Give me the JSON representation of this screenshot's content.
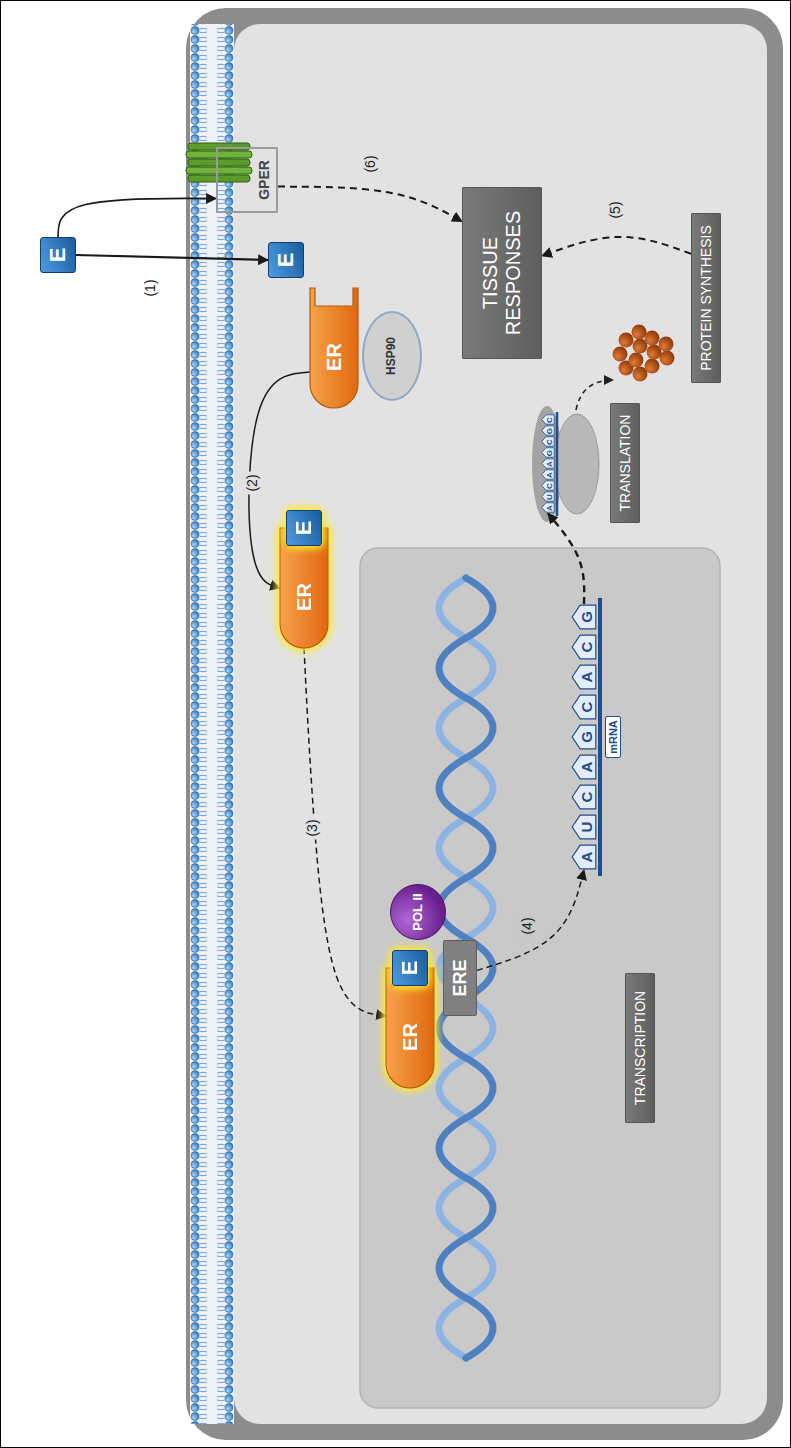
{
  "diagram": {
    "nodes": [
      {
        "text": [
          "E"
        ]
      },
      {
        "text": [
          "GPER"
        ]
      },
      {
        "text": [
          "E"
        ]
      },
      {
        "text": [
          "ER"
        ]
      },
      {
        "text": [
          "HSP90"
        ]
      },
      {
        "text": [
          "TISSUE RESPONSES"
        ]
      },
      {
        "text": [
          "ER"
        ]
      },
      {
        "text": [
          "E"
        ]
      },
      {
        "text": [
          "ER"
        ]
      },
      {
        "text": [
          "E"
        ]
      },
      {
        "text": [
          "POL II"
        ]
      },
      {
        "text": [
          "ERE"
        ]
      },
      {
        "text": [
          "TRANSCRIPTION"
        ]
      },
      {
        "text": [
          "A"
        ]
      },
      {
        "text": [
          "U"
        ]
      },
      {
        "text": [
          "C"
        ]
      },
      {
        "text": [
          "A"
        ]
      },
      {
        "text": [
          "G"
        ]
      },
      {
        "text": [
          "C"
        ]
      },
      {
        "text": [
          "A"
        ]
      },
      {
        "text": [
          "C"
        ]
      },
      {
        "text": [
          "G"
        ]
      },
      {
        "text": [
          "mRNA"
        ]
      },
      {
        "text": [
          "A"
        ]
      },
      {
        "text": [
          "U"
        ]
      },
      {
        "text": [
          "C"
        ]
      },
      {
        "text": [
          "A"
        ]
      },
      {
        "text": [
          "A"
        ]
      },
      {
        "text": [
          "G"
        ]
      },
      {
        "text": [
          "C"
        ]
      },
      {
        "text": [
          "G"
        ]
      },
      {
        "text": [
          "C"
        ]
      },
      {
        "text": [
          "TRANSLATION"
        ]
      },
      {
        "text": [
          "PROTEIN SYNTHESIS"
        ]
      }
    ],
    "edges": [
      {
        "from": 0,
        "to": 2,
        "arrow": "to",
        "label": "(1)"
      },
      {
        "from": 0,
        "to": 1,
        "arrow": "to"
      },
      {
        "from": 3,
        "to": 6,
        "arrow": "to",
        "label": "(2)"
      },
      {
        "from": 6,
        "to": 8,
        "arrow": "to",
        "label": "(3)"
      },
      {
        "from": 11,
        "to": 13,
        "arrow": "to",
        "label": "(4)"
      },
      {
        "from": 21,
        "to": 23,
        "arrow": "to"
      },
      {
        "from": 33,
        "to": 5,
        "arrow": "to",
        "label": "(5)"
      },
      {
        "from": 1,
        "to": 5,
        "arrow": "to",
        "label": "(6)"
      }
    ]
  }
}
